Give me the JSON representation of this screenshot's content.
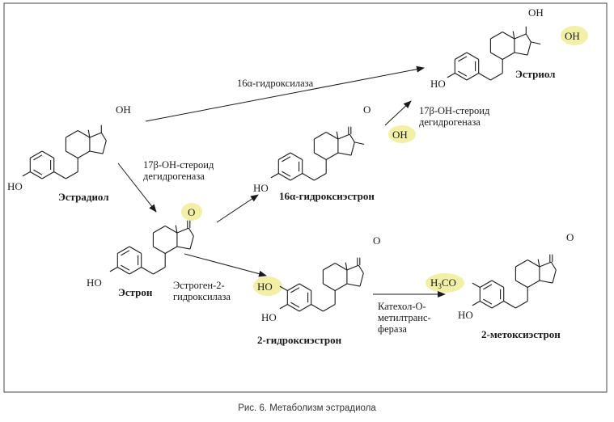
{
  "caption": "Рис. 6. Метаболизм эстрадиола",
  "compounds": {
    "estradiol": "Эстрадиол",
    "estrone": "Эстрон",
    "hydroxyestrone16": "16α-гидроксиэстрон",
    "estriol": "Эстриол",
    "hydroxyestrone2": "2-гидроксиэстрон",
    "methoxyestrone2": "2-метоксиэстрон"
  },
  "enzymes": {
    "hydroxylase16": "16α-гидроксилаза",
    "dehydrogenase_a": "17β-OH-стероид\nдегидрогеназа",
    "dehydrogenase_b": "17β-OH-стероид\nдегидрогеназа",
    "hydroxylase2": "Эстроген-2-\nгидроксилаза",
    "comt": "Катехол-О-\nметилтранс-\nфераза"
  },
  "groups": {
    "oh": "OH",
    "ho": "HO",
    "o": "O",
    "h3co_h3": "H",
    "h3co_sub": "3",
    "h3co_rest": "CO"
  },
  "colors": {
    "highlight": "#f2f0a6",
    "line": "#1a1a1a",
    "frame": "#444444"
  }
}
